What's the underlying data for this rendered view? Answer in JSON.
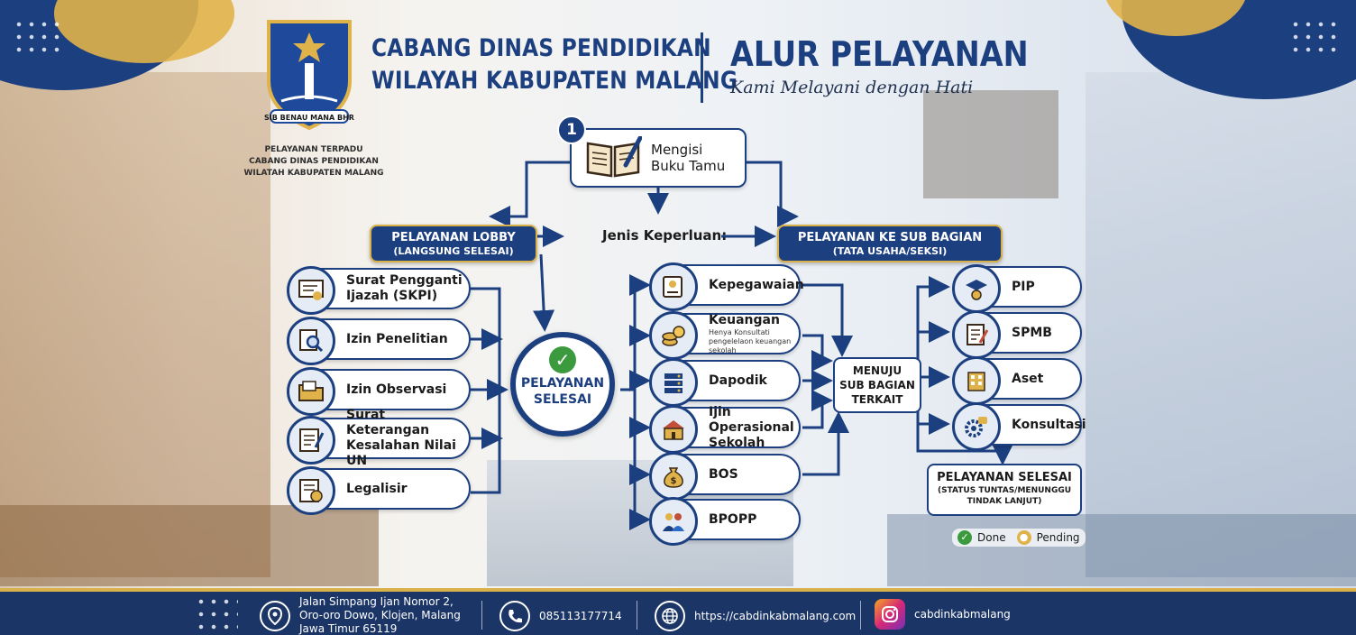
{
  "header": {
    "org_line1": "CABANG DINAS PENDIDIKAN",
    "org_line2": "WILAYAH KABUPATEN MALANG",
    "title": "ALUR PELAYANAN",
    "tagline": "Kami Melayani dengan Hati",
    "logo_motto": "SIB BENAU MANA BHR",
    "logo_caption": [
      "PELAYANAN TERPADU",
      "CABANG DINAS PENDIDIKAN",
      "WILATAH KABUPATEN MALANG"
    ]
  },
  "step": {
    "number": "1",
    "label_line1": "Mengisi",
    "label_line2": "Buku Tamu",
    "icon": "book-icon"
  },
  "jenis_label": "Jenis Keperluan:",
  "lobby": {
    "title": "PELAYANAN LOBBY",
    "subtitle": "(LANGSUNG SELESAI)",
    "items": [
      {
        "label1": "Surat Pengganti",
        "label2": "Ijazah (SKPI)",
        "icon": "certificate-icon"
      },
      {
        "label1": "Izin Penelitian",
        "label2": "",
        "icon": "magnifier-icon"
      },
      {
        "label1": "Izin Observasi",
        "label2": "",
        "icon": "folder-icon"
      },
      {
        "label1": "Surat Keterangan",
        "label2": "Kesalahan Nilai UN",
        "icon": "exam-icon"
      },
      {
        "label1": "Legalisir",
        "label2": "",
        "icon": "stamp-icon"
      }
    ]
  },
  "done_center": {
    "line1": "PELAYANAN",
    "line2": "SELESAI"
  },
  "subbagian": {
    "title": "PELAYANAN KE SUB BAGIAN",
    "subtitle": "(TATA USAHA/SEKSI)",
    "items": [
      {
        "label1": "Kepegawaian",
        "label2": "",
        "note": "",
        "icon": "id-card-icon"
      },
      {
        "label1": "Keuangan",
        "label2": "",
        "note": "Henya Konsultati pengelelaon keuangan sekolah",
        "icon": "coins-icon"
      },
      {
        "label1": "Dapodik",
        "label2": "",
        "note": "",
        "icon": "server-icon"
      },
      {
        "label1": "Ijin Operasional",
        "label2": "Sekolah",
        "note": "",
        "icon": "school-icon"
      },
      {
        "label1": "BOS",
        "label2": "",
        "note": "",
        "icon": "money-bag-icon"
      },
      {
        "label1": "BPOPP",
        "label2": "",
        "note": "",
        "icon": "people-icon"
      }
    ]
  },
  "menuju": {
    "line1": "MENUJU",
    "line2": "SUB BAGIAN",
    "line3": "TERKAIT"
  },
  "sub_units": [
    {
      "label": "PIP",
      "icon": "graduation-icon"
    },
    {
      "label": "SPMB",
      "icon": "form-icon"
    },
    {
      "label": "Aset",
      "icon": "building-icon"
    },
    {
      "label": "Konsultasi",
      "icon": "gear-icon"
    }
  ],
  "final": {
    "line1": "PELAYANAN SELESAI",
    "line2": "(STATUS TUNTAS/MENUNGGU",
    "line3": "TINDAK LANJUT)"
  },
  "legend": {
    "done": "Done",
    "pending": "Pending",
    "done_color": "#3a9a3d",
    "pending_color": "#e0b24a"
  },
  "footer": {
    "address1": "Jalan Simpang Ijan Nomor 2,",
    "address2": "Oro-oro Dowo, Klojen, Malang",
    "address3": "Jawa Timur 65119",
    "phone": "085113177714",
    "website": "https://cabdinkabmalang.com",
    "instagram": "cabdinkabmalang"
  },
  "colors": {
    "primary": "#1c3f80",
    "accent": "#d9b14a",
    "footer_bg": "#1b3566",
    "success": "#3a9a3d"
  }
}
